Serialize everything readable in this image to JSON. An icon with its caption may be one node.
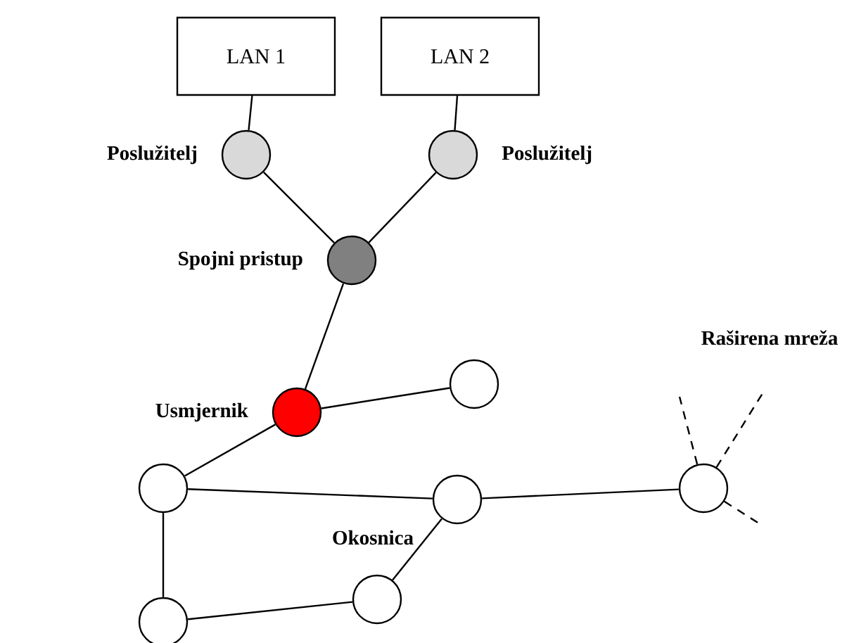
{
  "diagram": {
    "nodes": [
      {
        "text": [
          "LAN 1"
        ]
      },
      {
        "text": [
          "LAN 2"
        ]
      },
      {
        "text": [],
        "shape": "circle",
        "beside": [
          "Poslužitelj"
        ]
      },
      {
        "text": [],
        "shape": "circle",
        "beside": [
          "Poslužitelj"
        ]
      },
      {
        "text": [],
        "shape": "circle",
        "beside": [
          "Spojni pristup"
        ]
      },
      {
        "text": [],
        "shape": "circle",
        "beside": [
          "Usmjernik"
        ]
      },
      {
        "text": [],
        "shape": "circle"
      },
      {
        "text": [],
        "shape": "circle"
      },
      {
        "text": [],
        "shape": "circle"
      },
      {
        "text": [],
        "shape": "circle"
      },
      {
        "text": [],
        "shape": "circle"
      },
      {
        "text": [],
        "shape": "circle"
      }
    ],
    "edges": [
      {
        "from": 0,
        "to": 2,
        "arrow": "none"
      },
      {
        "from": 1,
        "to": 3,
        "arrow": "none"
      },
      {
        "from": 2,
        "to": 4,
        "arrow": "none"
      },
      {
        "from": 3,
        "to": 4,
        "arrow": "none"
      },
      {
        "from": 4,
        "to": 5,
        "arrow": "none"
      },
      {
        "from": 5,
        "to": 6,
        "arrow": "none"
      },
      {
        "from": 5,
        "to": 7,
        "arrow": "none"
      },
      {
        "from": 7,
        "to": 8,
        "arrow": "none"
      },
      {
        "from": 8,
        "to": 9,
        "arrow": "none"
      },
      {
        "from": 7,
        "to": 10,
        "arrow": "none"
      },
      {
        "from": 10,
        "to": 11,
        "arrow": "none"
      },
      {
        "from": 11,
        "to": 8,
        "arrow": "none"
      },
      {
        "from": 9,
        "to": null,
        "arrow": "none",
        "style": "dashed"
      },
      {
        "from": 9,
        "to": null,
        "arrow": "none",
        "style": "dashed"
      },
      {
        "from": 9,
        "to": null,
        "arrow": "none",
        "style": "dashed"
      }
    ],
    "labels": [
      "Raširena mreža",
      "Okosnica"
    ]
  }
}
